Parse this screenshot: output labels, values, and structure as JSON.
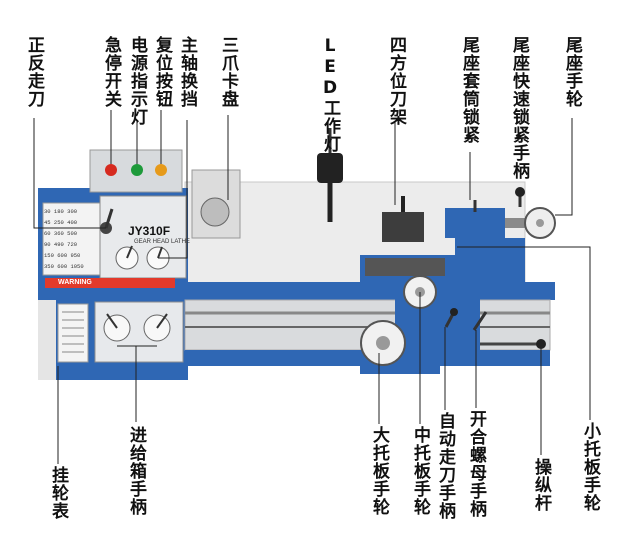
{
  "labels": {
    "zheng_fan_zou_dao": "正反走刀",
    "ji_ting_kai_guan": "急停开关",
    "dian_yuan_zhi_shi_deng": "电源指示灯",
    "fu_wei_an_niu": "复位按钮",
    "zhu_zhou_huan_dang": "主轴换挡",
    "san_zhua_ka_pan": "三爪卡盘",
    "led_gong_zuo_deng": "LED工作灯",
    "si_fang_wei_dao_jia": "四方位刀架",
    "wei_zuo_tao_tong_suo_jin": "尾座套筒锁紧",
    "wei_zuo_kuai_su_suo_jin_shou_bing": "尾座快速锁紧手柄",
    "wei_zuo_shou_lun": "尾座手轮",
    "gua_lun_biao": "挂轮表",
    "jin_gei_xiang_shou_bing": "进给箱手柄",
    "da_tuo_ban_shou_lun": "大托板手轮",
    "zhong_tuo_ban_shou_lun": "中托板手轮",
    "zi_dong_zou_dao_shou_bing": "自动走刀手柄",
    "kai_he_luo_mu_shou_bing": "开合螺母手柄",
    "cao_zong_gan": "操纵杆",
    "xiao_tuo_ban_shou_lun": "小托板手轮"
  },
  "machine": {
    "model": "JY310F",
    "subtitle": "GEAR HEAD LATHE",
    "warning": "WARNING",
    "speed_chart": [
      [
        "30",
        "180",
        "300"
      ],
      [
        "45",
        "250",
        "400"
      ],
      [
        "60",
        "360",
        "500"
      ],
      [
        "90",
        "490",
        "720"
      ],
      [
        "150",
        "600",
        "950"
      ],
      [
        "350",
        "600",
        "1050"
      ]
    ]
  },
  "colors": {
    "body_blue": "#2f67b4",
    "panel_grey": "#d7dadd",
    "estop_red": "#d62a1f",
    "power_green": "#1d9a3a",
    "reset_orange": "#e69a1a",
    "leader_line": "#222222"
  }
}
